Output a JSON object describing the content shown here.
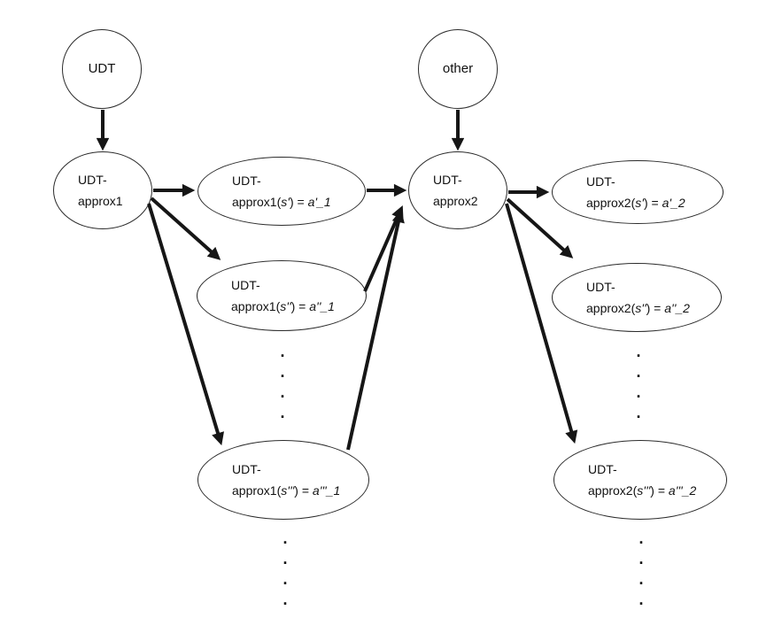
{
  "diagram": {
    "colors": {
      "background": "#ffffff",
      "ink": "#161616"
    },
    "nodes": {
      "udt": {
        "shape": "circle",
        "label": "UDT"
      },
      "other": {
        "shape": "circle",
        "label": "other"
      },
      "approx1": {
        "shape": "ellipse",
        "line1": "UDT-",
        "line2": "approx1"
      },
      "approx2": {
        "shape": "ellipse",
        "line1": "UDT-",
        "line2": "approx2"
      },
      "a1s1": {
        "shape": "ellipse",
        "line1": "UDT-",
        "pre": "approx1(",
        "arg": "s'",
        "eq": ") = ",
        "val": "a'_1"
      },
      "a1s2": {
        "shape": "ellipse",
        "line1": "UDT-",
        "pre": "approx1(",
        "arg": "s''",
        "eq": ") = ",
        "val": "a''_1"
      },
      "a1s3": {
        "shape": "ellipse",
        "line1": "UDT-",
        "pre": "approx1(",
        "arg": "s'''",
        "eq": ") = ",
        "val": "a'''_1"
      },
      "a2s1": {
        "shape": "ellipse",
        "line1": "UDT-",
        "pre": "approx2(",
        "arg": "s'",
        "eq": ") = ",
        "val": "a'_2"
      },
      "a2s2": {
        "shape": "ellipse",
        "line1": "UDT-",
        "pre": "approx2(",
        "arg": "s''",
        "eq": ") = ",
        "val": "a''_2"
      },
      "a2s3": {
        "shape": "ellipse",
        "line1": "UDT-",
        "pre": "approx2(",
        "arg": "s'''",
        "eq": ") = ",
        "val": "a'''_2"
      }
    },
    "edges": [
      {
        "from": "udt",
        "to": "approx1"
      },
      {
        "from": "other",
        "to": "approx2"
      },
      {
        "from": "approx1",
        "to": "a1s1"
      },
      {
        "from": "approx1",
        "to": "a1s2"
      },
      {
        "from": "approx1",
        "to": "a1s3"
      },
      {
        "from": "a1s1",
        "to": "approx2"
      },
      {
        "from": "a1s2",
        "to": "approx2"
      },
      {
        "from": "a1s3",
        "to": "approx2"
      },
      {
        "from": "approx2",
        "to": "a2s1"
      },
      {
        "from": "approx2",
        "to": "a2s2"
      },
      {
        "from": "approx2",
        "to": "a2s3"
      }
    ],
    "ellipsis_dot": "."
  }
}
